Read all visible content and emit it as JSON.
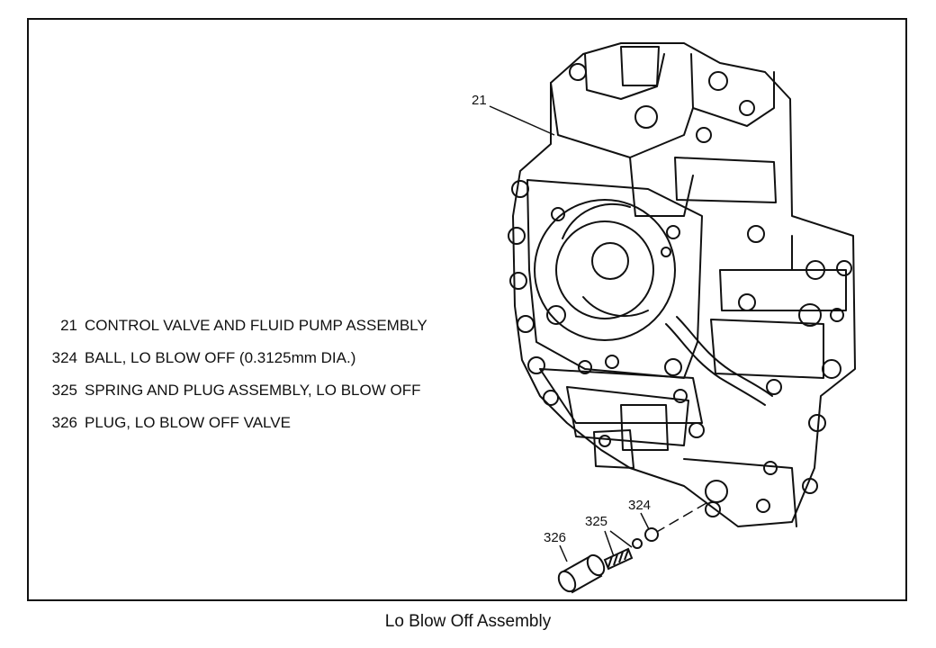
{
  "legend": {
    "items": [
      {
        "num": "21",
        "desc": "CONTROL VALVE AND FLUID PUMP ASSEMBLY"
      },
      {
        "num": "324",
        "desc": "BALL, LO BLOW OFF (0.3125mm DIA.)"
      },
      {
        "num": "325",
        "desc": "SPRING AND PLUG ASSEMBLY, LO BLOW OFF"
      },
      {
        "num": "326",
        "desc": "PLUG, LO BLOW OFF VALVE"
      }
    ]
  },
  "callouts": {
    "c21": "21",
    "c324": "324",
    "c325": "325",
    "c326": "326"
  },
  "caption": "Lo Blow Off Assembly"
}
